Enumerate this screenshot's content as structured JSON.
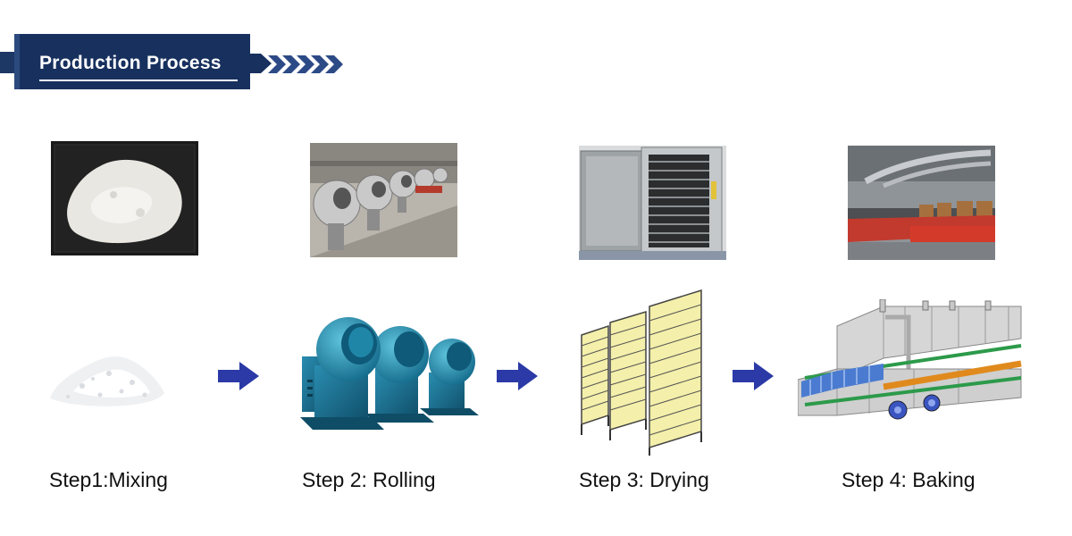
{
  "header": {
    "title": "Production Process"
  },
  "steps": [
    {
      "label": "Step1:Mixing"
    },
    {
      "label": "Step 2: Rolling"
    },
    {
      "label": "Step 3: Drying"
    },
    {
      "label": "Step 4: Baking"
    }
  ],
  "colors": {
    "banner": "#17305e",
    "arrow": "#2b3aa6",
    "drying_tray": "#f4efaa"
  }
}
